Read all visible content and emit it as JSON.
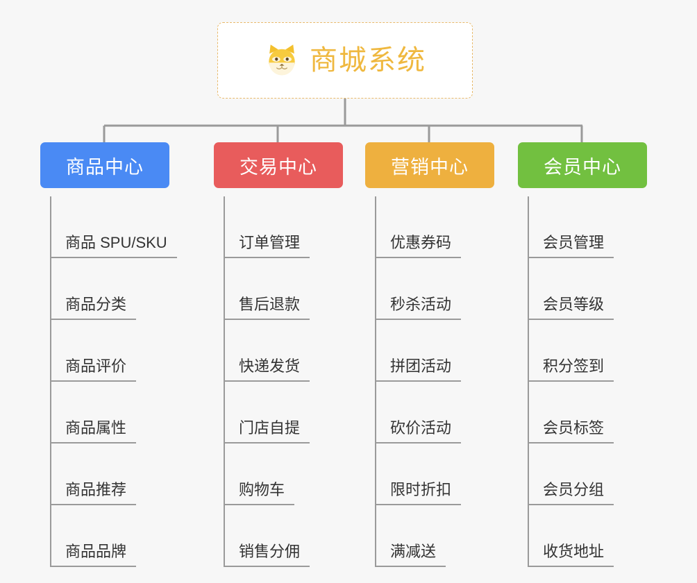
{
  "root": {
    "title": "商城系统",
    "logo_icon": "shiba-inu-face-icon",
    "border_color": "#e8b96a",
    "title_color": "#efb83f"
  },
  "connector_color": "#9a9a9a",
  "background_color": "#f7f7f7",
  "columns": [
    {
      "title": "商品中心",
      "color": "#4a8af4",
      "items": [
        {
          "label": "商品 SPU/SKU"
        },
        {
          "label": "商品分类"
        },
        {
          "label": "商品评价"
        },
        {
          "label": "商品属性"
        },
        {
          "label": "商品推荐"
        },
        {
          "label": "商品品牌"
        }
      ]
    },
    {
      "title": "交易中心",
      "color": "#e85c5c",
      "items": [
        {
          "label": "订单管理"
        },
        {
          "label": "售后退款"
        },
        {
          "label": "快递发货"
        },
        {
          "label": "门店自提"
        },
        {
          "label": "购物车"
        },
        {
          "label": "销售分佣"
        }
      ]
    },
    {
      "title": "营销中心",
      "color": "#eeb03f",
      "items": [
        {
          "label": "优惠券码"
        },
        {
          "label": "秒杀活动"
        },
        {
          "label": "拼团活动"
        },
        {
          "label": "砍价活动"
        },
        {
          "label": "限时折扣"
        },
        {
          "label": "满减送"
        }
      ]
    },
    {
      "title": "会员中心",
      "color": "#72c040",
      "items": [
        {
          "label": "会员管理"
        },
        {
          "label": "会员等级"
        },
        {
          "label": "积分签到"
        },
        {
          "label": "会员标签"
        },
        {
          "label": "会员分组"
        },
        {
          "label": "收货地址"
        }
      ]
    }
  ]
}
